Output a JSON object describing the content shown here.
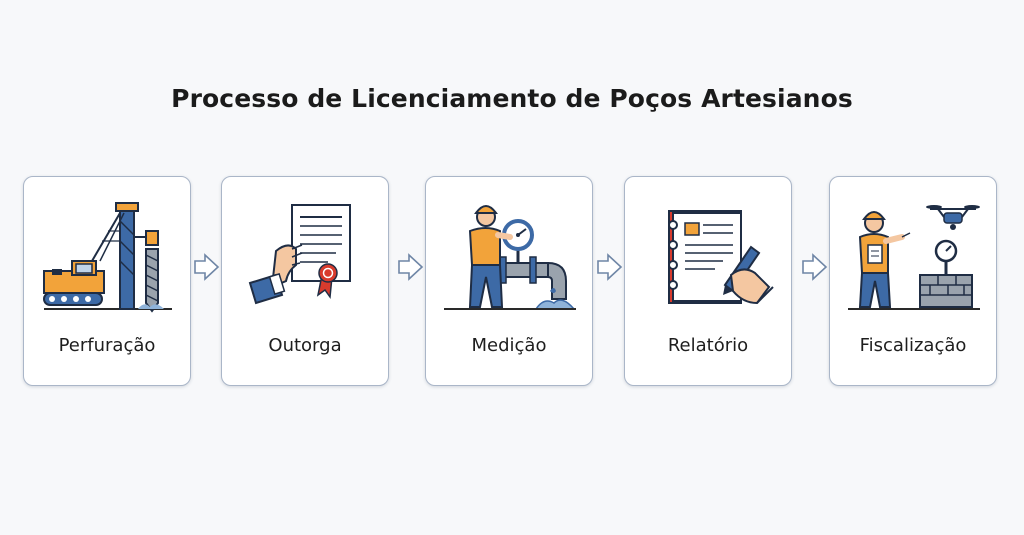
{
  "title": "Processo de Licenciamento de Poços Artesianos",
  "steps": [
    {
      "label": "Perfuração",
      "icon": "drilling-rig-icon"
    },
    {
      "label": "Outorga",
      "icon": "certificate-document-icon"
    },
    {
      "label": "Medição",
      "icon": "worker-meter-icon"
    },
    {
      "label": "Relatório",
      "icon": "report-notepad-icon"
    },
    {
      "label": "Fiscalização",
      "icon": "inspector-drone-icon"
    }
  ],
  "colors": {
    "card_border": "#aab6c8",
    "blue": "#3d6aa6",
    "orange": "#f2a33a",
    "gray": "#9aa3ad",
    "red": "#d83b2d"
  }
}
